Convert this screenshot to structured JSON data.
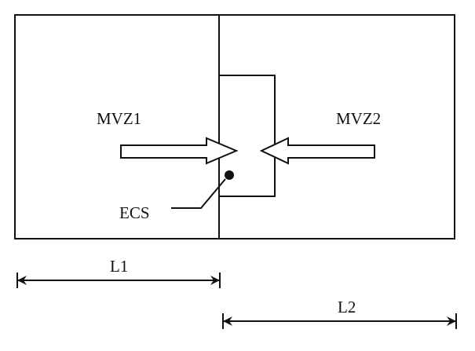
{
  "diagram": {
    "zone_left_label": "MVZ1",
    "zone_right_label": "MVZ2",
    "point_label": "ECS",
    "dimension_left_label": "L1",
    "dimension_right_label": "L2"
  },
  "colors": {
    "ink": "#111111",
    "background": "#ffffff"
  }
}
